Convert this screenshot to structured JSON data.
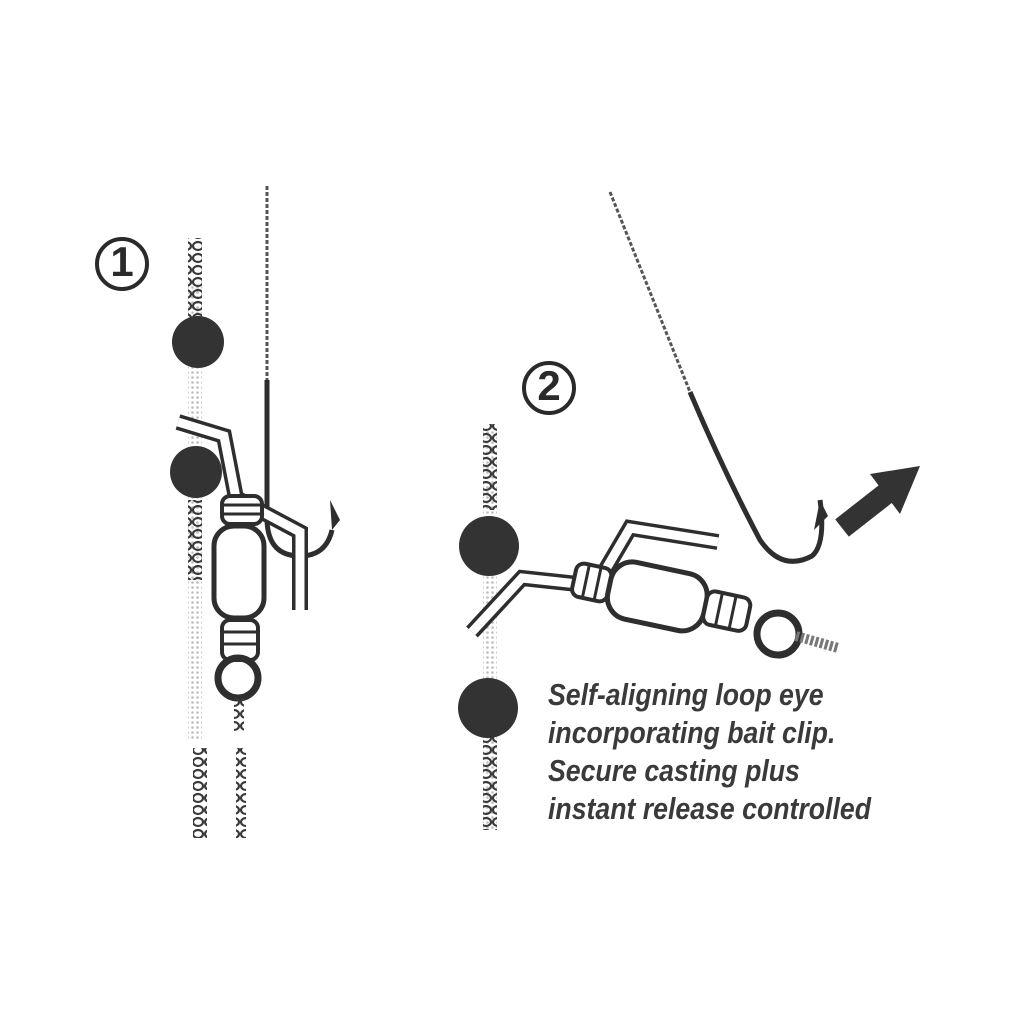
{
  "steps": [
    {
      "label": "1"
    },
    {
      "label": "2"
    }
  ],
  "caption": {
    "lines": [
      "Self-aligning loop eye",
      "incorporating bait clip.",
      "Secure casting plus",
      "instant release controlled"
    ]
  },
  "colors": {
    "ink": "#2e2e2e",
    "bead": "#333333",
    "line_pale": "#b8b8b8"
  },
  "icons": [
    "bead",
    "swivel",
    "bait-clip",
    "fishing-hook",
    "release-arrow"
  ]
}
